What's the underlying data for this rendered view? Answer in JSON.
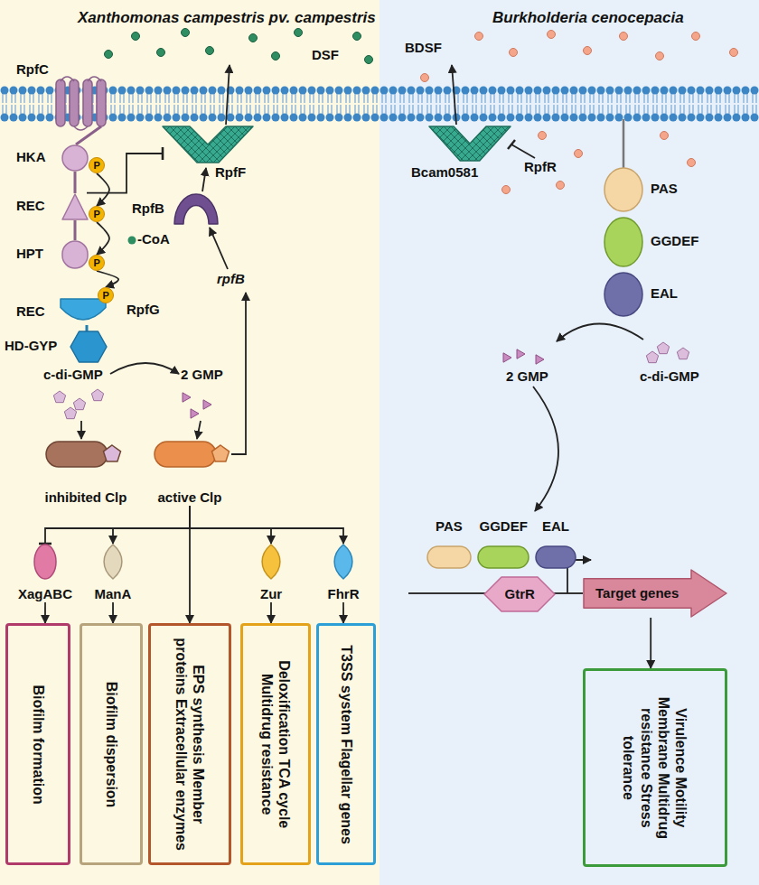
{
  "diagram": {
    "nodes": [
      {
        "text": [
          "HKA"
        ]
      },
      {
        "text": [
          "P"
        ]
      },
      {
        "text": [
          "REC"
        ]
      },
      {
        "text": [
          "P"
        ]
      },
      {
        "text": [
          "HPT"
        ]
      },
      {
        "text": [
          "P"
        ]
      },
      {
        "text": [
          "REC"
        ]
      },
      {
        "text": [
          "P"
        ]
      },
      {
        "text": [
          "HD-GYP"
        ]
      },
      {
        "text": [
          "RpfF"
        ]
      },
      {
        "text": [
          "RpfB"
        ]
      },
      {
        "text": [
          "inhibited Clp"
        ]
      },
      {
        "text": [
          "active Clp"
        ]
      },
      {
        "text": [
          "XagABC"
        ]
      },
      {
        "text": [
          "ManA"
        ]
      },
      {
        "text": [
          "Zur"
        ]
      },
      {
        "text": [
          "FhrR"
        ]
      },
      {
        "text": [
          "Biofilm formation"
        ]
      },
      {
        "text": [
          "Biofilm dispersion"
        ]
      },
      {
        "text": [
          "EPS synthesis Member proteins Extracellular enzymes"
        ]
      },
      {
        "text": [
          "Deloxification TCA cycle Multidrug resistance"
        ]
      },
      {
        "text": [
          "T3SS system Flagellar genes"
        ]
      },
      {
        "text": [
          "Bcam0581"
        ]
      },
      {
        "text": [
          "PAS"
        ]
      },
      {
        "text": [
          "GGDEF"
        ]
      },
      {
        "text": [
          "EAL"
        ]
      },
      {
        "text": [
          "PAS"
        ]
      },
      {
        "text": [
          "GGDEF"
        ]
      },
      {
        "text": [
          "EAL"
        ]
      },
      {
        "text": [
          "GtrR"
        ]
      },
      {
        "text": [
          "Target genes"
        ]
      },
      {
        "text": [
          "Virulence Motility Membrane Multidrug resistance Stress tolerance"
        ]
      }
    ],
    "edges": [
      {
        "from": 1,
        "to": 3,
        "arrow": "to"
      },
      {
        "from": 3,
        "to": 5,
        "arrow": "to"
      },
      {
        "from": 5,
        "to": 7,
        "arrow": "to"
      },
      {
        "from": 2,
        "to": 9,
        "arrow": "to"
      },
      {
        "from": 12,
        "to": 13,
        "arrow": "to"
      },
      {
        "from": 12,
        "to": 14,
        "arrow": "to"
      },
      {
        "from": 12,
        "to": 19,
        "arrow": "to"
      },
      {
        "from": 12,
        "to": 15,
        "arrow": "to"
      },
      {
        "from": 12,
        "to": 16,
        "arrow": "to"
      },
      {
        "from": 13,
        "to": 17,
        "arrow": "to"
      },
      {
        "from": 14,
        "to": 18,
        "arrow": "to"
      },
      {
        "from": 15,
        "to": 20,
        "arrow": "to"
      },
      {
        "from": 16,
        "to": 21,
        "arrow": "to"
      },
      {
        "from": 30,
        "to": 31,
        "arrow": "to"
      }
    ],
    "labels": [
      "Xanthomonas campestris pv. campestris",
      "Burkholderia cenocepacia",
      "DSF",
      "BDSF",
      "RpfC",
      "RpfG",
      "-CoA",
      "c-di-GMP",
      "2 GMP",
      "rpfB",
      "RpfR",
      "c-di-GMP",
      "2 GMP"
    ]
  }
}
